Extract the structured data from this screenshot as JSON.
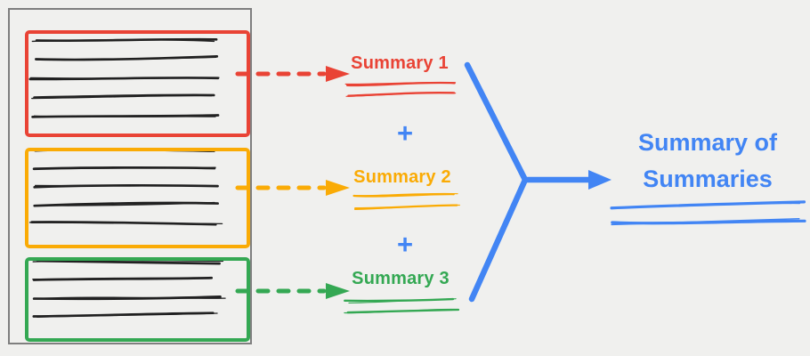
{
  "colors": {
    "background": "#f0f0ee",
    "frame": "#7f7f7f",
    "ink": "#212121",
    "red": "#e94335",
    "orange": "#faab05",
    "green": "#34a853",
    "blue": "#4285f4"
  },
  "document": {
    "chunks": [
      {
        "label": "Summary 1",
        "color": "red",
        "text_lines": 5
      },
      {
        "label": "Summary 2",
        "color": "orange",
        "text_lines": 5
      },
      {
        "label": "Summary 3",
        "color": "green",
        "text_lines": 4
      }
    ],
    "plus_operator": "+"
  },
  "result": {
    "line1": "Summary of",
    "line2": "Summaries"
  }
}
